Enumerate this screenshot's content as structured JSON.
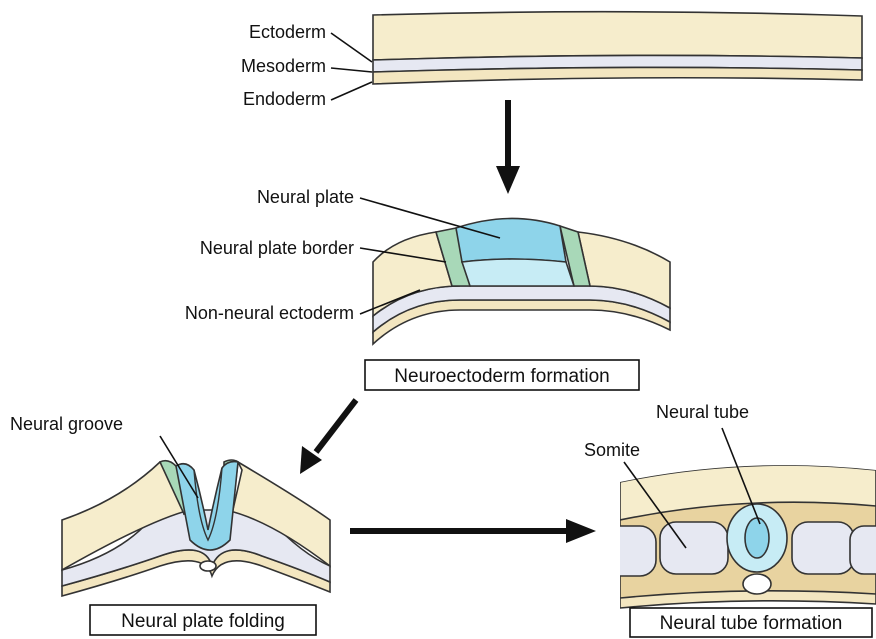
{
  "colors": {
    "ectoderm": "#f6edcc",
    "mesoderm": "#e6e8f2",
    "endoderm": "#f3e6c0",
    "neural_plate": "#8ed4ea",
    "neural_plate_light": "#c7ecf5",
    "neural_plate_border": "#a8d8b8",
    "mesenchyme": "#e8d3a0",
    "outline": "#333333",
    "arrow": "#111111"
  },
  "stage1": {
    "labels": {
      "ectoderm": "Ectoderm",
      "mesoderm": "Mesoderm",
      "endoderm": "Endoderm"
    }
  },
  "stage2": {
    "labels": {
      "neural_plate": "Neural plate",
      "neural_plate_border": "Neural plate border",
      "non_neural_ectoderm": "Non-neural ectoderm"
    },
    "caption": "Neuroectoderm formation"
  },
  "stage3": {
    "labels": {
      "neural_groove": "Neural groove"
    },
    "caption": "Neural plate folding"
  },
  "stage4": {
    "labels": {
      "neural_tube": "Neural tube",
      "somite": "Somite"
    },
    "caption": "Neural tube formation"
  },
  "arrows": [
    "arrow-down",
    "arrow-down-left",
    "arrow-right"
  ]
}
